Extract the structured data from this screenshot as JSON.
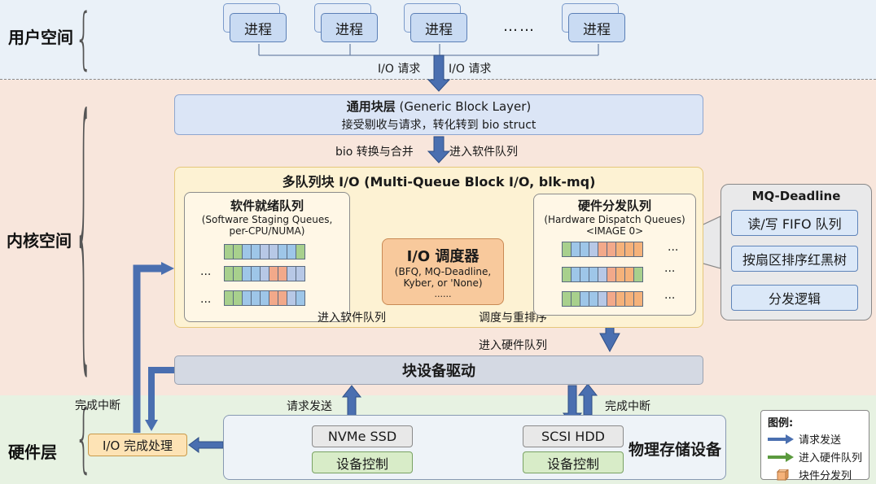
{
  "layers": {
    "user": "用户空间",
    "kernel": "内核空间",
    "hardware": "硬件层"
  },
  "processes": [
    "进程",
    "进程",
    "进程",
    "进程"
  ],
  "ellipsis": "……",
  "io_request": [
    "I/O 请求",
    "I/O 请求"
  ],
  "generic_block": {
    "title_bold": "通用块层",
    "title_rest": " (Generic Block Layer)",
    "desc": "接受剔收与请求，转化转到 bio struct"
  },
  "bio_merge": "bio 转换与合并",
  "enter_sw_queue_top": "进入软件队列",
  "mq": {
    "title": "多队列块 I/O (Multi-Queue Block I/O, blk-mq)",
    "software": {
      "title": "软件就绪队列",
      "sub1": "(Software Staging Queues,",
      "sub2": "per-CPU/NUMA)",
      "dots": [
        "...",
        "..."
      ]
    },
    "scheduler": {
      "title": "I/O 调度器",
      "line1": "(BFQ, MQ-Deadline,",
      "line2": "Kyber, or 'None)",
      "dots": "......"
    },
    "hardware": {
      "title": "硬件分发队列",
      "sub1": "(Hardware Dispatch Queues)",
      "sub2": "<IMAGE 0>",
      "dots": [
        "...",
        "...",
        "..."
      ]
    },
    "enter_sw_queue": "进入软件队列",
    "schedule_reorder": "调度与重排序"
  },
  "mq_deadline": {
    "title": "MQ-Deadline",
    "items": [
      "读/写 FIFO 队列",
      "按扇区排序红黑树",
      "分发逻辑"
    ]
  },
  "enter_hw_queue": "进入硬件队列",
  "driver": "块设备驱动",
  "completion_interrupt": [
    "完成中断",
    "完成中断"
  ],
  "request_send": "请求发送",
  "io_done": "I/O 完成处理",
  "physical": {
    "title": "物理存储设备",
    "nvme": "NVMe SSD",
    "scsi": "SCSI HDD",
    "ctrl": [
      "设备控制",
      "设备控制"
    ]
  },
  "legend": {
    "title": "图例:",
    "items": [
      "请求发送",
      "进入硬件队列",
      "块件分发列"
    ]
  },
  "colors": {
    "arrow_blue": "#4a6fb0",
    "arrow_green": "#5b9a3e",
    "block_orange": "#f5b27a"
  }
}
